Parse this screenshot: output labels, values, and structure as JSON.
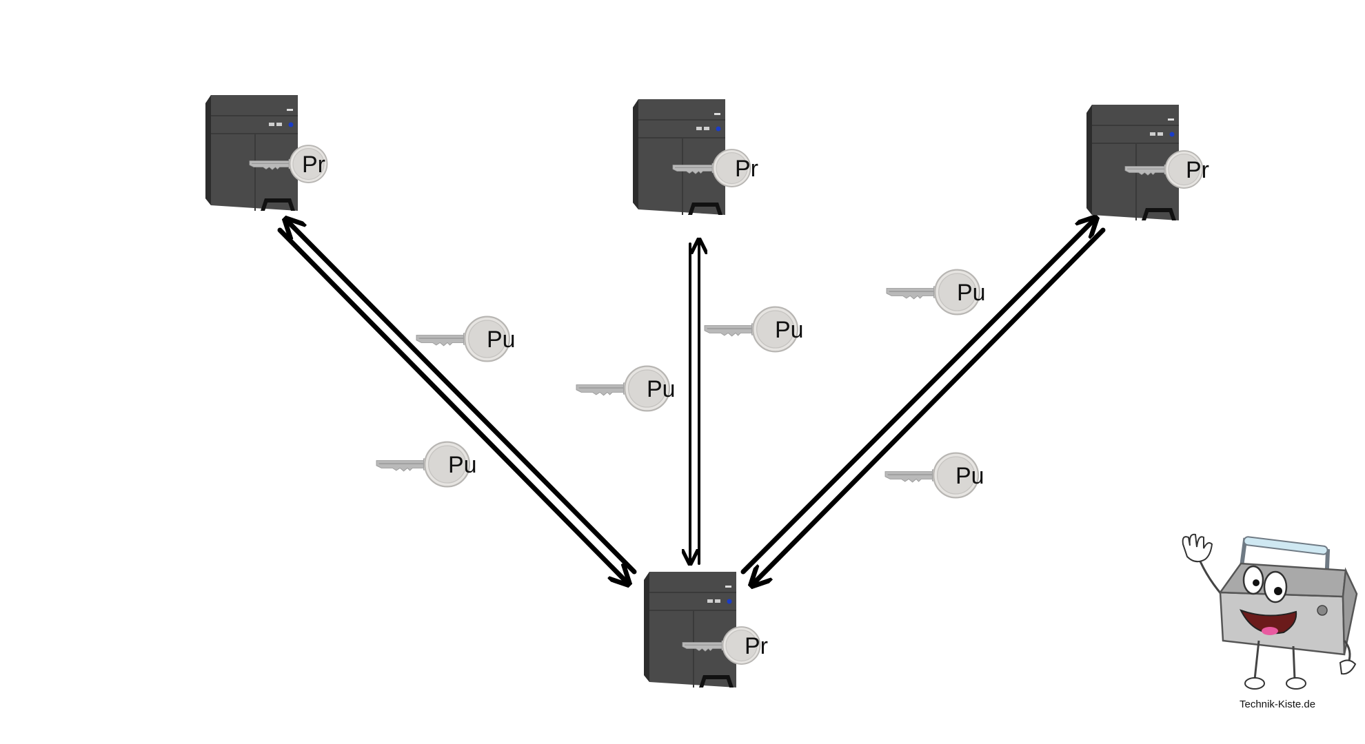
{
  "colors": {
    "case_body": "#4a4a4a",
    "case_side": "#2c2c2c",
    "case_line": "#3a3a3a",
    "led": "#1a3cc8",
    "key_metal": "#b9b9b9",
    "key_head": "#d9d7d4",
    "arrow": "#000000",
    "background": "#ffffff"
  },
  "diagram": {
    "nodes": [
      {
        "id": "pc-top-left",
        "icon": "computer-tower-icon",
        "key_label": "Pr"
      },
      {
        "id": "pc-top-center",
        "icon": "computer-tower-icon",
        "key_label": "Pr"
      },
      {
        "id": "pc-top-right",
        "icon": "computer-tower-icon",
        "key_label": "Pr"
      },
      {
        "id": "pc-bottom-center",
        "icon": "computer-tower-icon",
        "key_label": "Pr"
      }
    ],
    "connections": [
      {
        "from": "pc-bottom-center",
        "to": "pc-top-left",
        "direction": "bidirectional"
      },
      {
        "from": "pc-bottom-center",
        "to": "pc-top-center",
        "direction": "bidirectional"
      },
      {
        "from": "pc-bottom-center",
        "to": "pc-top-right",
        "direction": "bidirectional"
      }
    ],
    "public_keys": [
      {
        "label": "Pu"
      },
      {
        "label": "Pu"
      },
      {
        "label": "Pu"
      },
      {
        "label": "Pu"
      },
      {
        "label": "Pu"
      },
      {
        "label": "Pu"
      }
    ]
  },
  "mascot": {
    "icon": "toolbox-mascot-icon",
    "caption": "Technik-Kiste.de"
  }
}
